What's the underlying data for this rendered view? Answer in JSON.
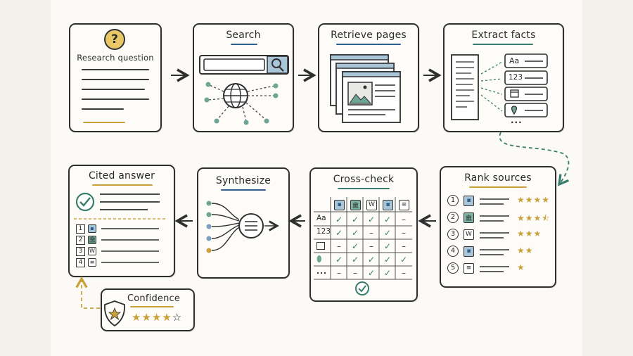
{
  "steps": {
    "research": {
      "title": "Research question"
    },
    "search": {
      "title": "Search"
    },
    "retrieve": {
      "title": "Retrieve pages"
    },
    "extract": {
      "title": "Extract facts",
      "fields": [
        "Aa",
        "123"
      ],
      "more": "..."
    },
    "rank": {
      "title": "Rank sources",
      "rows": [
        {
          "num": "1",
          "icon": "person-page-icon",
          "stars": "★★★★"
        },
        {
          "num": "2",
          "icon": "institution-icon",
          "stars": "★★★⯪"
        },
        {
          "num": "3",
          "icon": "wikipedia-icon",
          "glyph": "W",
          "stars": "★★★"
        },
        {
          "num": "4",
          "icon": "person-page-icon",
          "stars": "★★"
        },
        {
          "num": "5",
          "icon": "document-icon",
          "stars": "★"
        }
      ]
    },
    "crosscheck": {
      "title": "Cross-check",
      "col_icons": [
        "person-page-icon",
        "institution-icon",
        "wikipedia-icon",
        "person-page-icon",
        "document-icon"
      ],
      "col_glyph_w": "W",
      "row_labels": [
        "Aa",
        "123",
        "",
        "",
        "..."
      ],
      "row_icons": [
        "",
        "",
        "calendar-icon",
        "location-pin-icon",
        ""
      ],
      "cells": [
        [
          "✓",
          "✓",
          "✓",
          "✓",
          "–"
        ],
        [
          "✓",
          "✓",
          "–",
          "✓",
          "–"
        ],
        [
          "–",
          "✓",
          "–",
          "✓",
          "–"
        ],
        [
          "✓",
          "✓",
          "✓",
          "✓",
          "✓"
        ],
        [
          "–",
          "–",
          "✓",
          "✓",
          "–"
        ]
      ]
    },
    "synthesize": {
      "title": "Synthesize"
    },
    "answer": {
      "title": "Cited answer",
      "citations": [
        {
          "num": "1",
          "icon": "person-page-icon"
        },
        {
          "num": "2",
          "icon": "institution-icon"
        },
        {
          "num": "3",
          "icon": "wikipedia-icon",
          "glyph": "W"
        },
        {
          "num": "4",
          "icon": "document-icon"
        }
      ]
    },
    "confidence": {
      "title": "Confidence",
      "stars": "★★★★",
      "empty_star": "☆"
    }
  },
  "colors": {
    "gold": "#c9a13a",
    "teal": "#3b7d6c",
    "blue": "#2f5f8a",
    "ink": "#2f2f2f",
    "page_blue": "#a9c6d9"
  }
}
